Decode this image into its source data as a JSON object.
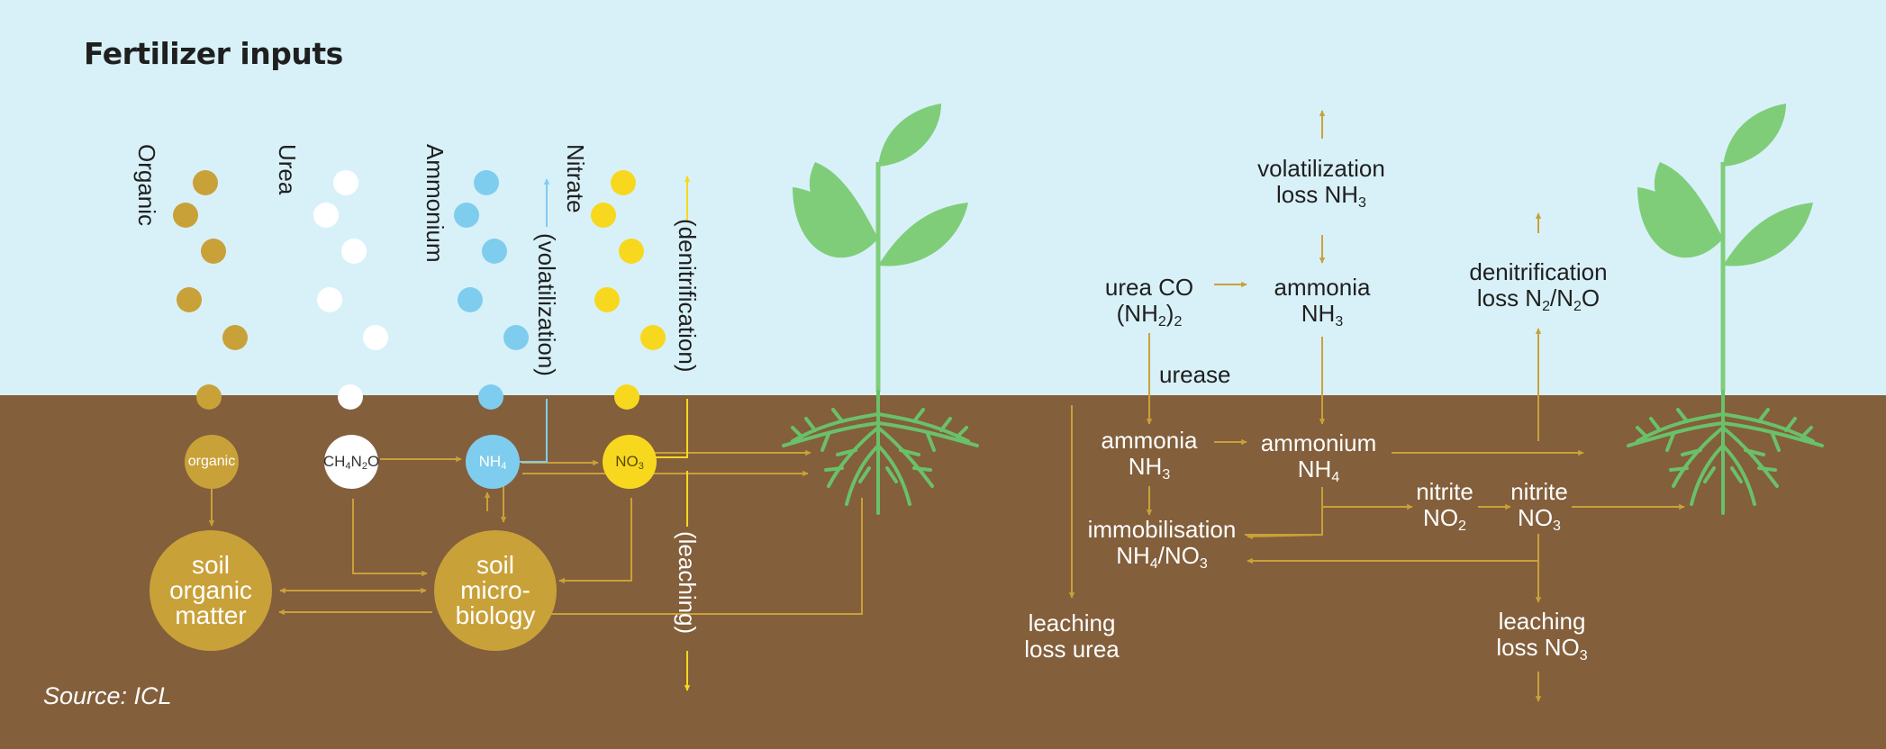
{
  "title": "Fertilizer inputs",
  "source": "Source: ICL",
  "colors": {
    "sky": "#d8f1f9",
    "soil": "#835f3b",
    "gold": "#c9a139",
    "blue": "#7fcdee",
    "yellow": "#f7d81e",
    "white": "#ffffff",
    "plant_green": "#7fcd79",
    "root_green": "#6bc06a"
  },
  "inputs": {
    "organic": "Organic",
    "urea": "Urea",
    "ammonium": "Ammonium",
    "nitrate": "Nitrate"
  },
  "left_process": {
    "volatilization": "(volatilization)",
    "denitrification": "(denitrification)",
    "leaching": "(leaching)"
  },
  "nodes": {
    "organic": "organic",
    "urea_formula": {
      "a": "CH",
      "b": "4",
      "c": "N",
      "d": "2",
      "e": "O"
    },
    "nh4": {
      "a": "NH",
      "b": "4"
    },
    "no3": {
      "a": "NO",
      "b": "3"
    },
    "soil_organic_matter": {
      "l1": "soil",
      "l2": "organic",
      "l3": "matter"
    },
    "soil_microbiology": {
      "l1": "soil",
      "l2": "micro-",
      "l3": "biology"
    }
  },
  "right": {
    "volatilization_loss": {
      "l1": "volatilization",
      "l2": "loss NH",
      "l2_sub": "3"
    },
    "urea_co": {
      "l1": "urea CO",
      "l2a": "(NH",
      "l2_sub": "2",
      "l2b": ")",
      "l2_sub2": "2"
    },
    "ammonia_top": {
      "l1": "ammonia",
      "l2": "NH",
      "l2_sub": "3"
    },
    "urease": "urease",
    "ammonia_mid": {
      "l1": "ammonia",
      "l2": "NH",
      "l2_sub": "3"
    },
    "ammonium": {
      "l1": "ammonium",
      "l2": "NH",
      "l2_sub": "4"
    },
    "nitrite_no2": {
      "l1": "nitrite",
      "l2": "NO",
      "l2_sub": "2"
    },
    "nitrite_no3": {
      "l1": "nitrite",
      "l2": "NO",
      "l2_sub": "3"
    },
    "immobilisation": {
      "l1": "immobilisation",
      "l2a": "NH",
      "l2_sub": "4",
      "l2b": "/NO",
      "l2_sub2": "3"
    },
    "denitrification_loss": {
      "l1": "denitrification",
      "l2a": "loss N",
      "l2_sub": "2",
      "l2b": "/N",
      "l2_sub2": "2",
      "l2c": "O"
    },
    "leaching_urea": {
      "l1": "leaching",
      "l2": "loss urea"
    },
    "leaching_no3": {
      "l1": "leaching",
      "l2": "loss NO",
      "l2_sub": "3"
    }
  }
}
